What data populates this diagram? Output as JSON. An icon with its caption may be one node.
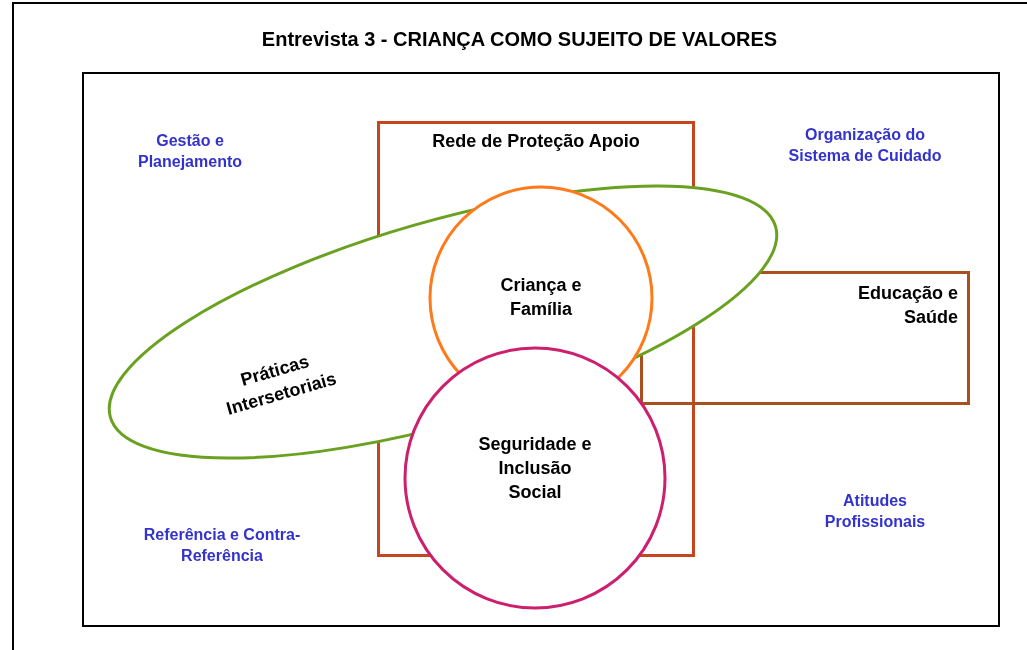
{
  "diagram": {
    "title": "Entrevista 3 - CRIANÇA COMO SUJEITO DE VALORES",
    "nodes": [
      {
        "text": [
          "Rede de Proteção Apoio"
        ]
      },
      {
        "text": [
          "Educação e Saúde"
        ]
      },
      {
        "text": [
          "Práticas Intersetoriais"
        ]
      },
      {
        "text": [
          "Criança e Família"
        ]
      },
      {
        "text": [
          "Seguridade e Inclusão Social"
        ]
      }
    ],
    "labels": [
      "Gestão e Planejamento",
      "Organização do Sistema de Cuidado",
      "Referência e Contra-Referência",
      "Atitudes Profissionais"
    ]
  }
}
